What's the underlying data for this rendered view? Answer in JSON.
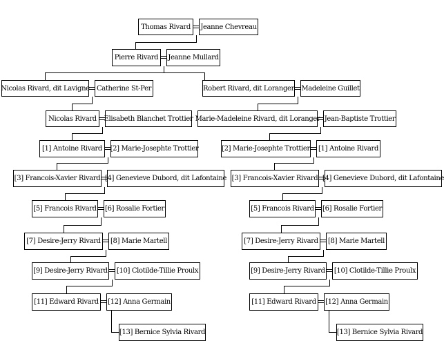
{
  "persons": {
    "thomas_rivard": "Thomas Rivard",
    "jeanne_chevreau": "Jeanne Chevreau",
    "pierre_rivard": "Pierre Rivard",
    "jeanne_mullard": "Jeanne Mullard",
    "nicolas_rivard_lavigne": "Nicolas Rivard, dit Lavigne",
    "catherine_st_per": "Catherine St-Per",
    "robert_rivard_loranger": "Robert Rivard, dit Loranger",
    "madeleine_guillet": "Madeleine Guillet",
    "nicolas_rivard": "Nicolas Rivard",
    "elisabeth_blanchet_trottier": "Elisabeth Blanchet Trottier",
    "marie_madeleine_rivard_loranger": "Marie-Madeleine Rivard, dit Loranger",
    "jean_baptiste_trottier": "Jean-Baptiste Trottier",
    "left": {
      "g1_husband": "[1] Antoine Rivard",
      "g1_wife": "[2] Marie-Josephte Trottier",
      "g2_husband": "[3] Francois-Xavier Rivard",
      "g2_wife": "[4] Genevieve Dubord, dit Lafontaine",
      "g3_husband": "[5] Francois Rivard",
      "g3_wife": "[6] Rosalie Fortier",
      "g4_husband": "[7] Desire-Jerry Rivard",
      "g4_wife": "[8] Marie Martell",
      "g5_husband": "[9] Desire-Jerry Rivard",
      "g5_wife": "[10] Clotilde-Tillie Proulx",
      "g6_husband": "[11] Edward Rivard",
      "g6_wife": "[12] Anna Germain",
      "child": "[13] Bernice Sylvia Rivard"
    },
    "right": {
      "g1_wife": "[2] Marie-Josephte Trottier",
      "g1_husband": "[1] Antoine Rivard",
      "g2_husband": "[3] Francois-Xavier Rivard",
      "g2_wife": "[4] Genevieve Dubord, dit Lafontaine",
      "g3_husband": "[5] Francois Rivard",
      "g3_wife": "[6] Rosalie Fortier",
      "g4_husband": "[7] Desire-Jerry Rivard",
      "g4_wife": "[8] Marie Martell",
      "g5_husband": "[9] Desire-Jerry Rivard",
      "g5_wife": "[10] Clotilde-Tillie Proulx",
      "g6_husband": "[11] Edward Rivard",
      "g6_wife": "[12] Anna Germain",
      "child": "[13] Bernice Sylvia Rivard"
    }
  }
}
